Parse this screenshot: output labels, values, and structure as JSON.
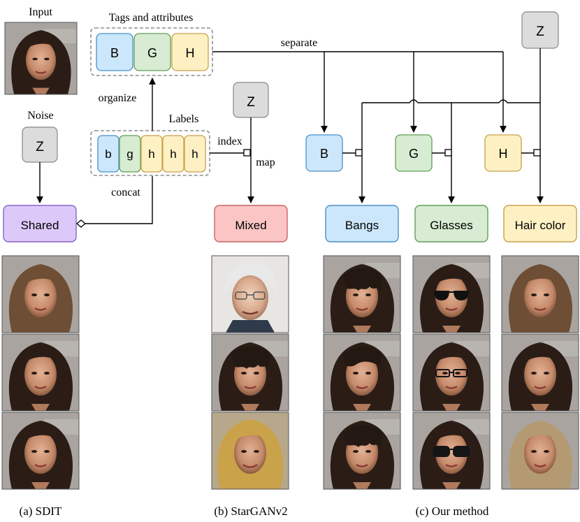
{
  "labels": {
    "input": "Input",
    "tags_and_attributes": "Tags and attributes",
    "separate": "separate",
    "organize": "organize",
    "noise": "Noise",
    "labels": "Labels",
    "index": "index",
    "map": "map",
    "concat": "concat"
  },
  "tags": [
    "B",
    "G",
    "H"
  ],
  "label_boxes": [
    "b",
    "g",
    "h",
    "h",
    "h"
  ],
  "z_label": "Z",
  "shared": "Shared",
  "mixed": "Mixed",
  "attributes": {
    "tags": [
      "B",
      "G",
      "H"
    ],
    "names": [
      "Bangs",
      "Glasses",
      "Hair color"
    ]
  },
  "captions": {
    "sdit": "(a) SDIT",
    "stargan": "(b) StarGANv2",
    "ours": "(c) Our method"
  },
  "colors": {
    "blue_fill": "#cce7fb",
    "blue_stroke": "#4a90c9",
    "green_fill": "#d7ecd2",
    "green_stroke": "#5f9e57",
    "yellow_fill": "#fdf1c4",
    "yellow_stroke": "#c9a14a",
    "gray_fill": "#dcdcdc",
    "gray_stroke": "#888888",
    "purple_fill": "#dcc9f9",
    "purple_stroke": "#8a64c9",
    "pink_fill": "#fbc5c5",
    "pink_stroke": "#c96464"
  }
}
